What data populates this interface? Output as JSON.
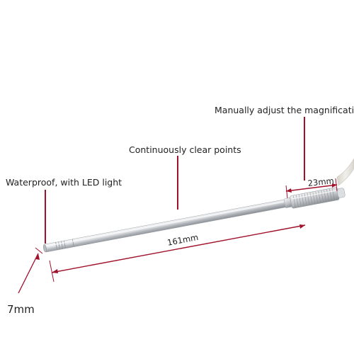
{
  "annotations": {
    "magnification": "Manually adjust the magnification",
    "clear_points": "Continuously clear points",
    "waterproof": "Waterproof, with LED light"
  },
  "dimensions": {
    "length": "161mm",
    "knob_length": "23mm",
    "diameter": "7mm"
  },
  "colors": {
    "callout_line": "#a0112b",
    "dimension_line": "#a0112b",
    "probe_body": "#c9ccd0",
    "cable": "#e6e4df"
  }
}
